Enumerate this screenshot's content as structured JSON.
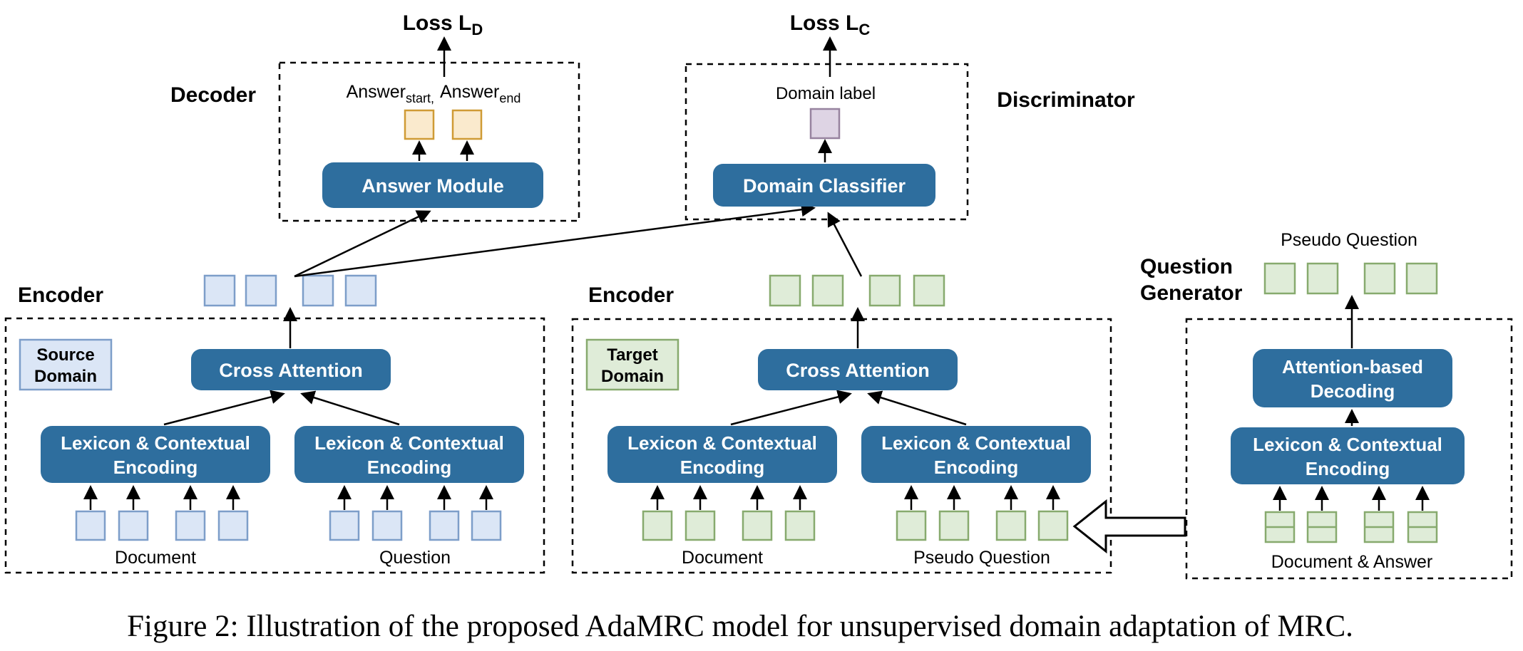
{
  "figure": {
    "caption": "Figure 2: Illustration of the proposed AdaMRC model for unsupervised domain adaptation of MRC."
  },
  "decoder": {
    "panel_label": "Decoder",
    "loss_label": "Loss L",
    "loss_sub": "D",
    "answer_start_base": "Answer",
    "answer_start_sub": "start,",
    "answer_end_base": "Answer",
    "answer_end_sub": "end",
    "module_label": "Answer Module"
  },
  "discriminator": {
    "panel_label": "Discriminator",
    "loss_label": "Loss L",
    "loss_sub": "C",
    "output_label": "Domain label",
    "module_label": "Domain Classifier"
  },
  "source_encoder": {
    "panel_label": "Encoder",
    "domain_tag_line1": "Source",
    "domain_tag_line2": "Domain",
    "cross_attention_label": "Cross Attention",
    "encoding_line1": "Lexicon & Contextual",
    "encoding_line2": "Encoding",
    "document_label": "Document",
    "question_label": "Question"
  },
  "target_encoder": {
    "panel_label": "Encoder",
    "domain_tag_line1": "Target",
    "domain_tag_line2": "Domain",
    "cross_attention_label": "Cross Attention",
    "encoding_line1": "Lexicon & Contextual",
    "encoding_line2": "Encoding",
    "document_label": "Document",
    "pseudo_question_label": "Pseudo Question"
  },
  "question_generator": {
    "panel_label_line1": "Question",
    "panel_label_line2": "Generator",
    "output_label": "Pseudo Question",
    "decoding_line1": "Attention-based",
    "decoding_line2": "Decoding",
    "encoding_line1": "Lexicon & Contextual",
    "encoding_line2": "Encoding",
    "input_label": "Document & Answer"
  },
  "colors": {
    "module_box": "#2e6e9e",
    "token_blue_fill": "#dbe6f6",
    "token_blue_border": "#7d9ec9",
    "token_green_fill": "#dfecd8",
    "token_green_border": "#87aa6e",
    "token_orange_fill": "#faeacd",
    "token_orange_border": "#cf9b35",
    "token_purple_fill": "#ded4e4",
    "token_purple_border": "#97839f",
    "line": "#000000"
  }
}
